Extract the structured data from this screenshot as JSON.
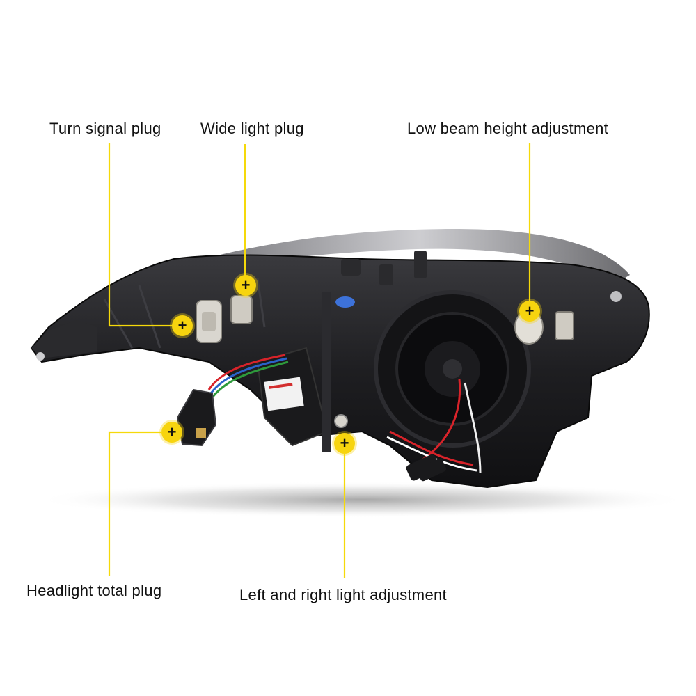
{
  "callouts": {
    "turn_signal": "Turn signal plug",
    "wide_light": "Wide light plug",
    "low_beam": "Low beam height adjustment",
    "headlight_total": "Headlight total plug",
    "left_right": "Left and right light adjustment"
  },
  "marker_symbol": "+",
  "colors": {
    "accent": "#f7d40e",
    "housing": "#1c1c1e",
    "wire_red": "#d8232a",
    "wire_blue": "#2b62c9",
    "wire_green": "#2e9a3c"
  },
  "icons": [
    "plus-marker-icon"
  ]
}
